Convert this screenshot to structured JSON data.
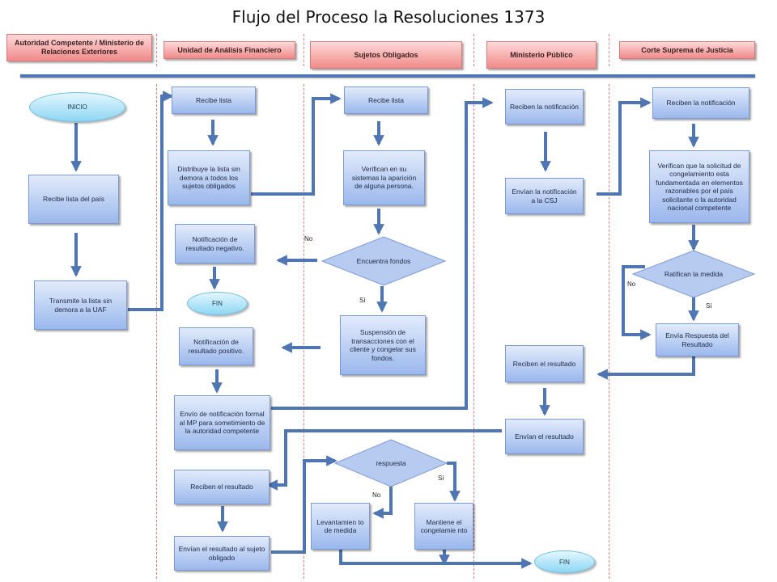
{
  "title": "Flujo del Proceso la Resoluciones 1373",
  "lanes": [
    "Autoridad Competente / Ministerio de Relaciones Exteriores",
    "Unidad de Análisis Financiero",
    "Sujetos Obligados",
    "Ministerio Público",
    "Corte Suprema de Justicia"
  ],
  "nodes": {
    "inicio": "INICIO",
    "recibe_lista_pais": "Recibe lista del país",
    "transmite_lista": "Transmite la lista sin demora a la UAF",
    "uaf_recibe_lista": "Recibe lista",
    "distribuye_lista": "Distribuye la lista sin demora a todos los sujetos obligados",
    "notif_negativo": "Notificación de resultado negativo.",
    "fin_1": "FIN",
    "notif_positivo": "Notificación de resultado positivo.",
    "envio_notif_mp": "Envío de notificación formal al MP para sometimiento de la autoridad competente",
    "uaf_reciben_resultado": "Reciben el resultado",
    "uaf_envian_resultado": "Envían el resultado al sujeto obligado",
    "so_recibe_lista": "Recibe lista",
    "verifican_sistemas": "Verifican en su sistemas la aparición de alguna persona.",
    "encuentra_fondos": "Encuentra fondos",
    "suspension": "Suspensión de transacciones con el cliente y congelar sus fondos.",
    "respuesta": "respuesta",
    "levantamiento": "Levantamien to de medida",
    "mantiene": "Mantiene el congelamie nto",
    "fin_2": "FIN",
    "mp_reciben_notif": "Reciben la notificación",
    "mp_envian_notif": "Envían la notificación a la CSJ",
    "mp_reciben_resultado": "Reciben el resultado",
    "mp_envian_resultado": "Envían el resultado",
    "csj_reciben_notif": "Reciben la notificación",
    "csj_verifican": "Verifican que la solicitud de congelamiento esta fundamentada en elementos razonables por el país solicitante o la autoridad nacional competente",
    "ratifican": "Ratifican la medida",
    "envia_respuesta": "Envía Respuesta del Resultado"
  },
  "edge_labels": {
    "no_1": "No",
    "si_1": "Sí",
    "no_2": "No",
    "si_2": "Sí",
    "no_3": "No",
    "si_3": "Sí"
  },
  "colors": {
    "lane_fill": "#f08a8a",
    "box_fill": "#9bb8ec",
    "oval_fill": "#8ed6f3",
    "arrow": "#4f75b3",
    "separator": "#e07a7a"
  }
}
